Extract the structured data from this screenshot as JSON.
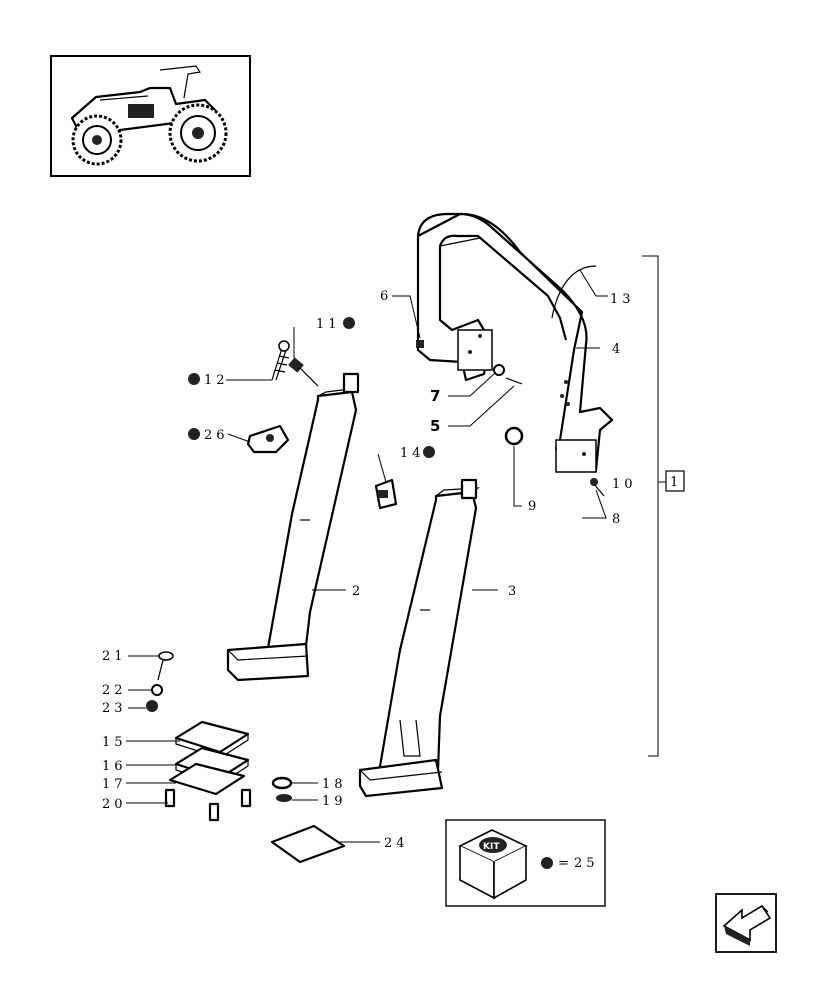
{
  "kit_label": "KIT",
  "kit_equals": "=",
  "labels": {
    "l1": "1",
    "l2": "2",
    "l3": "3",
    "l4": "4",
    "l5": "5",
    "l6": "6",
    "l7": "7",
    "l8": "8",
    "l9": "9",
    "l10": "10",
    "l11": "11",
    "l12": "12",
    "l13": "13",
    "l14": "14",
    "l15": "15",
    "l16": "16",
    "l17": "17",
    "l18": "18",
    "l19": "19",
    "l20": "20",
    "l21": "21",
    "l22": "22",
    "l23": "23",
    "l24": "24",
    "l25": "25",
    "l26": "26"
  },
  "icons": {
    "tractor": "tractor-thumbnail-icon",
    "kit_box": "kit-box-icon",
    "nav": "navigation-arrow-icon"
  },
  "colors": {
    "ink": "#000000",
    "paper": "#ffffff"
  }
}
